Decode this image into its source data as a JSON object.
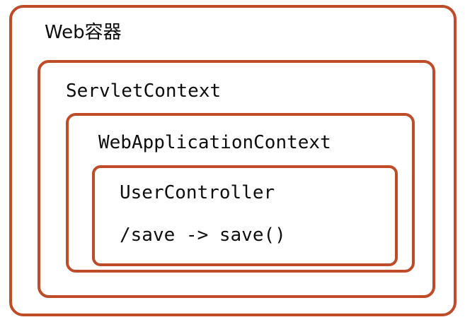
{
  "diagram": {
    "type": "nested-containment-diagram",
    "title": "Web容器",
    "stroke_color": "#bf4b29",
    "background_color": "#ffffff",
    "text_color": "#0d0d0d",
    "layers": [
      {
        "id": "web-container",
        "label": "Web容器",
        "level": 1
      },
      {
        "id": "servlet-context",
        "label": "ServletContext",
        "level": 2
      },
      {
        "id": "web-application-context",
        "label": "WebApplicationContext",
        "level": 3
      },
      {
        "id": "user-controller",
        "label": "UserController",
        "level": 4,
        "mapping": "/save -> save()"
      }
    ]
  }
}
